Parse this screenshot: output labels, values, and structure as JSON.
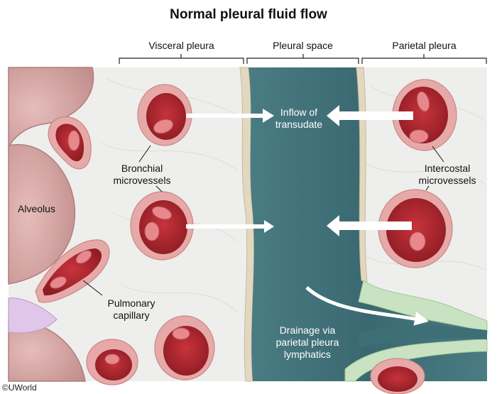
{
  "title": "Normal pleural fluid flow",
  "headers": {
    "visceral": "Visceral pleura",
    "space": "Pleural space",
    "parietal": "Parietal pleura"
  },
  "labels": {
    "inflow_line1": "Inflow of",
    "inflow_line2": "transudate",
    "bronchial_line1": "Bronchial",
    "bronchial_line2": "microvessels",
    "intercostal_line1": "Intercostal",
    "intercostal_line2": "microvessels",
    "alveolus": "Alveolus",
    "pulmonary_line1": "Pulmonary",
    "pulmonary_line2": "capillary",
    "drainage_line1": "Drainage via",
    "drainage_line2": "parietal pleura",
    "drainage_line3": "lymphatics"
  },
  "copyright": "©UWorld",
  "colors": {
    "pleural_space": "#3f6f76",
    "vessel_wall": "#e7a9a7",
    "blood": "#b3262f",
    "rbc": "#e8888c",
    "alveolus": "#d4a3a1",
    "tissue": "#eeeeec",
    "pleura_membrane": "#e2d7bf",
    "lymphatic": "#c9e3c2"
  }
}
